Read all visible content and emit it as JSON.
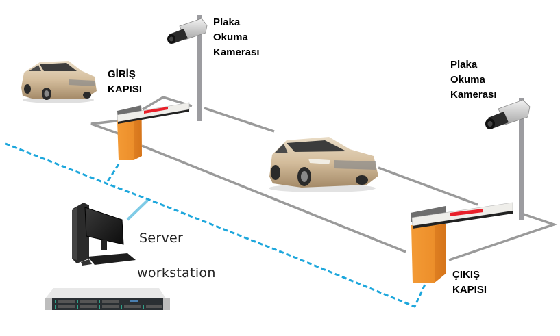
{
  "diagram": {
    "title_labels": {
      "camera_left": [
        "Plaka",
        "Okuma",
        "Kamerası"
      ],
      "camera_right": [
        "Plaka",
        "Okuma",
        "Kamerası"
      ],
      "entry_gate": [
        "GİRİŞ",
        "KAPISI"
      ],
      "exit_gate": [
        "ÇIKIŞ",
        "KAPISI"
      ],
      "server": "Server",
      "workstation": "workstation"
    },
    "components": [
      {
        "id": "car-waiting",
        "kind": "car"
      },
      {
        "id": "car-parked",
        "kind": "car"
      },
      {
        "id": "camera-entry",
        "kind": "license-plate-camera"
      },
      {
        "id": "camera-exit",
        "kind": "license-plate-camera"
      },
      {
        "id": "barrier-entry",
        "kind": "barrier-gate"
      },
      {
        "id": "barrier-exit",
        "kind": "barrier-gate"
      },
      {
        "id": "desktop-pc",
        "kind": "workstation"
      },
      {
        "id": "rack-server",
        "kind": "server"
      }
    ],
    "colors": {
      "network_line": "#1ea7dc",
      "link_line": "#7fcbe6",
      "outline": "#9a9a9a",
      "barrier_body": "#f0932e",
      "barrier_arm_stripe": "#e8202a",
      "pole": "#9c9ca0",
      "car_body": "#d8c3a5"
    }
  }
}
